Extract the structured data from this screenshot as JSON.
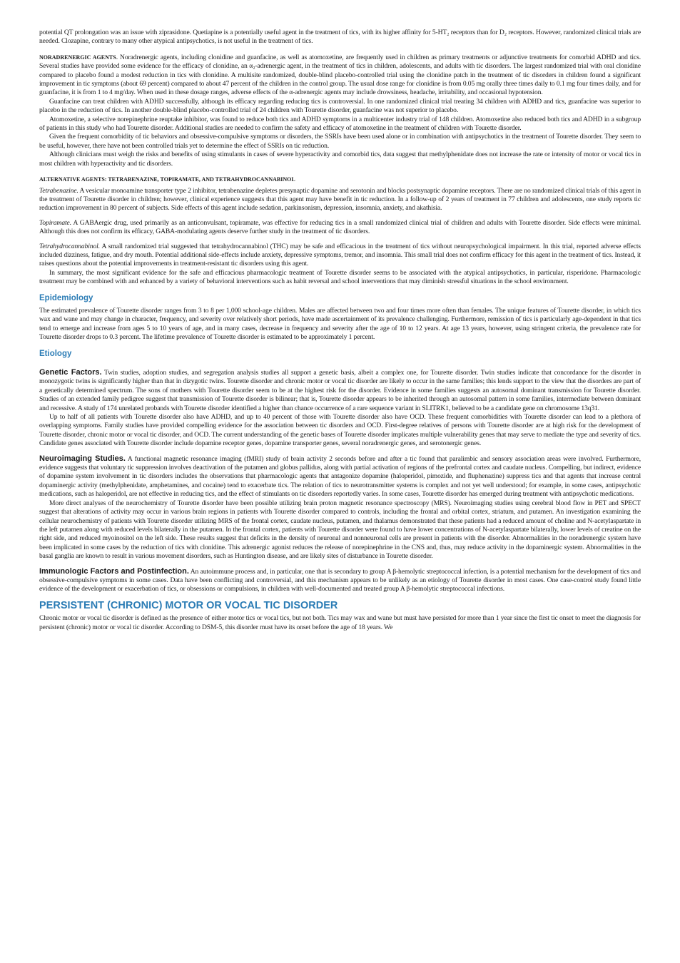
{
  "p_qt": "potential QT prolongation was an issue with ziprasidone. Quetiapine is a potentially useful agent in the treatment of tics, with its higher affinity for 5-HT₂ receptors than for D₂ receptors. However, randomized clinical trials are needed. Clozapine, contrary to many other atypical antipsychotics, is not useful in the treatment of tics.",
  "noradrenergic": {
    "heading": "NORADRENERGIC AGENTS",
    "p1": ". Noradrenergic agents, including clonidine and guanfacine, as well as atomoxetine, are frequently used in children as primary treatments or adjunctive treatments for comorbid ADHD and tics. Several studies have provided some evidence for the efficacy of clonidine, an α₂-adrenergic agent, in the treatment of tics in children, adolescents, and adults with tic disorders. The largest randomized trial with oral clonidine compared to placebo found a modest reduction in tics with clonidine. A multisite randomized, double-blind placebo-controlled trial using the clonidine patch in the treatment of tic disorders in children found a significant improvement in tic symptoms (about 69 percent) compared to about 47 percent of the children in the control group. The usual dose range for clonidine is from 0.05 mg orally three times daily to 0.1 mg four times daily, and for guanfacine, it is from 1 to 4 mg/day. When used in these dosage ranges, adverse effects of the α-adrenergic agents may include drowsiness, headache, irritability, and occasional hypotension.",
    "p2": "Guanfacine can treat children with ADHD successfully, although its efficacy regarding reducing tics is controversial. In one randomized clinical trial treating 34 children with ADHD and tics, guanfacine was superior to placebo in the reduction of tics. In another double-blind placebo-controlled trial of 24 children with Tourette disorder, guanfacine was not superior to placebo.",
    "p3": "Atomoxetine, a selective norepinephrine reuptake inhibitor, was found to reduce both tics and ADHD symptoms in a multicenter industry trial of 148 children. Atomoxetine also reduced both tics and ADHD in a subgroup of patients in this study who had Tourette disorder. Additional studies are needed to confirm the safety and efficacy of atomoxetine in the treatment of children with Tourette disorder.",
    "p4": "Given the frequent comorbidity of tic behaviors and obsessive-compulsive symptoms or disorders, the SSRIs have been used alone or in combination with antipsychotics in the treatment of Tourette disorder. They seem to be useful, however, there have not been controlled trials yet to determine the effect of SSRIs on tic reduction.",
    "p5": "Although clinicians must weigh the risks and benefits of using stimulants in cases of severe hyperactivity and comorbid tics, data suggest that methylphenidate does not increase the rate or intensity of motor or vocal tics in most children with hyperactivity and tic disorders."
  },
  "alternative": {
    "heading": "ALTERNATIVE AGENTS: TETRABENAZINE, TOPIRAMATE, AND TETRAHYDROCANNABINOL",
    "tetra_label": "Tetrabenazine.",
    "tetra_text": " A vesicular monoamine transporter type 2 inhibitor, tetrabenazine depletes presynaptic dopamine and serotonin and blocks postsynaptic dopamine receptors. There are no randomized clinical trials of this agent in the treatment of Tourette disorder in children; however, clinical experience suggests that this agent may have benefit in tic reduction. In a follow-up of 2 years of treatment in 77 children and adolescents, one study reports tic reduction improvement in 80 percent of subjects. Side effects of this agent include sedation, parkinsonism, depression, insomnia, anxiety, and akathisia.",
    "topi_label": "Topiramate.",
    "topi_text": " A GABAergic drug, used primarily as an anticonvulsant, topiramate, was effective for reducing tics in a small randomized clinical trial of children and adults with Tourette disorder. Side effects were minimal. Although this does not confirm its efficacy, GABA-modulating agents deserve further study in the treatment of tic disorders.",
    "thc_label": "Tetrahydrocannabinol.",
    "thc_text": " A small randomized trial suggested that tetrahydrocannabinol (THC) may be safe and efficacious in the treatment of tics without neuropsychological impairment. In this trial, reported adverse effects included dizziness, fatigue, and dry mouth. Potential additional side-effects include anxiety, depressive symptoms, tremor, and insomnia. This small trial does not confirm efficacy for this agent in the treatment of tics. Instead, it raises questions about the potential improvements in treatment-resistant tic disorders using this agent.",
    "summary": "In summary, the most significant evidence for the safe and efficacious pharmacologic treatment of Tourette disorder seems to be associated with the atypical antipsychotics, in particular, risperidone. Pharmacologic treatment may be combined with and enhanced by a variety of behavioral interventions such as habit reversal and school interventions that may diminish stressful situations in the school environment."
  },
  "epidemiology": {
    "heading": "Epidemiology",
    "p1": "The estimated prevalence of Tourette disorder ranges from 3 to 8 per 1,000 school-age children. Males are affected between two and four times more often than females. The unique features of Tourette disorder, in which tics wax and wane and may change in character, frequency, and severity over relatively short periods, have made ascertainment of its prevalence challenging. Furthermore, remission of tics is particularly age-dependent in that tics tend to emerge and increase from ages 5 to 10 years of age, and in many cases, decrease in frequency and severity after the age of 10 to 12 years. At age 13 years, however, using stringent criteria, the prevalence rate for Tourette disorder drops to 0.3 percent. The lifetime prevalence of Tourette disorder is estimated to be approximately 1 percent."
  },
  "etiology": {
    "heading": "Etiology",
    "genetic_label": "Genetic Factors.",
    "genetic_p1": " Twin studies, adoption studies, and segregation analysis studies all support a genetic basis, albeit a complex one, for Tourette disorder. Twin studies indicate that concordance for the disorder in monozygotic twins is significantly higher than that in dizygotic twins. Tourette disorder and chronic motor or vocal tic disorder are likely to occur in the same families; this lends support to the view that the disorders are part of a genetically determined spectrum. The sons of mothers with Tourette disorder seem to be at the highest risk for the disorder. Evidence in some families suggests an autosomal dominant transmission for Tourette disorder. Studies of an extended family pedigree suggest that transmission of Tourette disorder is bilinear; that is, Tourette disorder appears to be inherited through an autosomal pattern in some families, intermediate between dominant and recessive. A study of 174 unrelated probands with Tourette disorder identified a higher than chance occurrence of a rare sequence variant in SLITRK1, believed to be a candidate gene on chromosome 13q31.",
    "genetic_p2": "Up to half of all patients with Tourette disorder also have ADHD, and up to 40 percent of those with Tourette disorder also have OCD. These frequent comorbidities with Tourette disorder can lead to a plethora of overlapping symptoms. Family studies have provided compelling evidence for the association between tic disorders and OCD. First-degree relatives of persons with Tourette disorder are at high risk for the development of Tourette disorder, chronic motor or vocal tic disorder, and OCD. The current understanding of the genetic bases of Tourette disorder implicates multiple vulnerability genes that may serve to mediate the type and severity of tics. Candidate genes associated with Tourette disorder include dopamine receptor genes, dopamine transporter genes, several noradrenergic genes, and serotonergic genes.",
    "neuro_label": "Neuroimaging Studies.",
    "neuro_p1": " A functional magnetic resonance imaging (fMRI) study of brain activity 2 seconds before and after a tic found that paralimbic and sensory association areas were involved. Furthermore, evidence suggests that voluntary tic suppression involves deactivation of the putamen and globus pallidus, along with partial activation of regions of the prefrontal cortex and caudate nucleus. Compelling, but indirect, evidence of dopamine system involvement in tic disorders includes the observations that pharmacologic agents that antagonize dopamine (haloperidol, pimozide, and fluphenazine) suppress tics and that agents that increase central dopaminergic activity (methylphenidate, amphetamines, and cocaine) tend to exacerbate tics. The relation of tics to neurotransmitter systems is complex and not yet well understood; for example, in some cases, antipsychotic medications, such as haloperidol, are not effective in reducing tics, and the effect of stimulants on tic disorders reportedly varies. In some cases, Tourette disorder has emerged during treatment with antipsychotic medications.",
    "neuro_p2": "More direct analyses of the neurochemistry of Tourette disorder have been possible utilizing brain proton magnetic resonance spectroscopy (MRS). Neuroimaging studies using cerebral blood flow in PET and SPECT suggest that alterations of activity may occur in various brain regions in patients with Tourette disorder compared to controls, including the frontal and orbital cortex, striatum, and putamen. An investigation examining the cellular neurochemistry of patients with Tourette disorder utilizing MRS of the frontal cortex, caudate nucleus, putamen, and thalamus demonstrated that these patients had a reduced amount of choline and N-acetylaspartate in the left putamen along with reduced levels bilaterally in the putamen. In the frontal cortex, patients with Tourette disorder were found to have lower concentrations of N-acetylaspartate bilaterally, lower levels of creatine on the right side, and reduced myoinositol on the left side. These results suggest that deficits in the density of neuronal and nonneuronal cells are present in patients with the disorder. Abnormalities in the noradrenergic system have been implicated in some cases by the reduction of tics with clonidine. This adrenergic agonist reduces the release of norepinephrine in the CNS and, thus, may reduce activity in the dopaminergic system. Abnormalities in the basal ganglia are known to result in various movement disorders, such as Huntington disease, and are likely sites of disturbance in Tourette disorder.",
    "immuno_label": "Immunologic Factors and Postinfection.",
    "immuno_p1": " An autoimmune process and, in particular, one that is secondary to group A β-hemolytic streptococcal infection, is a potential mechanism for the development of tics and obsessive-compulsive symptoms in some cases. Data have been conflicting and controversial, and this mechanism appears to be unlikely as an etiology of Tourette disorder in most cases. One case-control study found little evidence of the development or exacerbation of tics, or obsessions or compulsions, in children with well-documented and treated group A β-hemolytic streptococcal infections."
  },
  "persistent": {
    "heading": "PERSISTENT (CHRONIC) MOTOR OR VOCAL TIC DISORDER",
    "p1": "Chronic motor or vocal tic disorder is defined as the presence of either motor tics or vocal tics, but not both. Tics may wax and wane but must have persisted for more than 1 year since the first tic onset to meet the diagnosis for persistent (chronic) motor or vocal tic disorder. According to DSM-5, this disorder must have its onset before the age of 18 years. We"
  }
}
